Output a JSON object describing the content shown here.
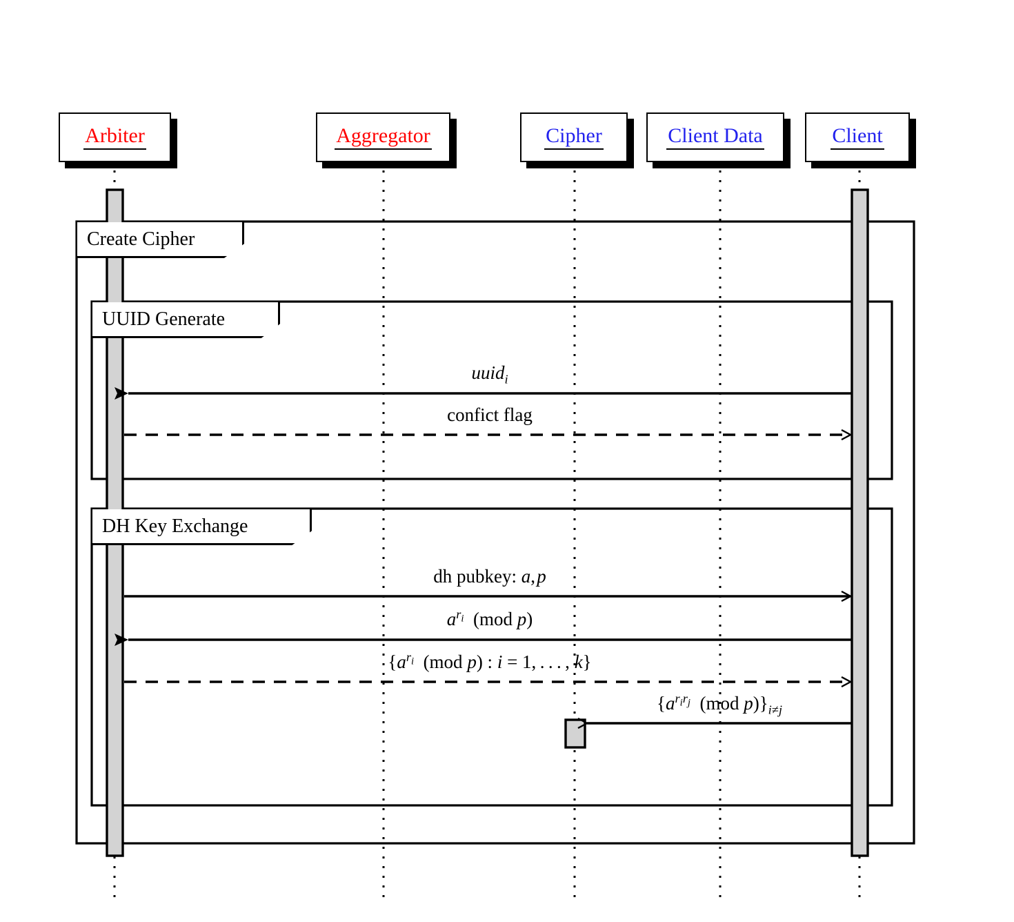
{
  "diagram": {
    "kind": "uml-sequence-diagram",
    "title": "Create Cipher sequence",
    "colors": {
      "actor_red": "#ff0000",
      "actor_blue": "#2222ee",
      "line": "#000000",
      "activation_fill": "#d3d3d3",
      "background": "#ffffff"
    }
  },
  "actors": [
    {
      "id": "arbiter",
      "label": "Arbiter",
      "color": "red"
    },
    {
      "id": "aggregator",
      "label": "Aggregator",
      "color": "red"
    },
    {
      "id": "cipher",
      "label": "Cipher",
      "color": "blue"
    },
    {
      "id": "client_data",
      "label": "Client Data",
      "color": "blue"
    },
    {
      "id": "client",
      "label": "Client",
      "color": "blue"
    }
  ],
  "fragments": [
    {
      "id": "create_cipher",
      "label": "Create Cipher"
    },
    {
      "id": "uuid_generate",
      "label": "UUID Generate"
    },
    {
      "id": "dh_key_exchange",
      "label": "DH Key Exchange"
    }
  ],
  "messages": [
    {
      "id": "m1",
      "label_plain": "uuid_i",
      "from": "client",
      "to": "arbiter",
      "direction": "left",
      "style": "solid",
      "arrowhead": "filled",
      "fragment": "uuid_generate"
    },
    {
      "id": "m2",
      "label_plain": "confict flag",
      "from": "arbiter",
      "to": "client",
      "direction": "right",
      "style": "dashed",
      "arrowhead": "open",
      "fragment": "uuid_generate"
    },
    {
      "id": "m3",
      "label_plain": "dh pubkey: a, p",
      "from": "arbiter",
      "to": "client",
      "direction": "right",
      "style": "solid",
      "arrowhead": "open",
      "fragment": "dh_key_exchange"
    },
    {
      "id": "m4",
      "label_plain": "a^{r_i} (mod p)",
      "from": "client",
      "to": "arbiter",
      "direction": "left",
      "style": "solid",
      "arrowhead": "filled",
      "fragment": "dh_key_exchange"
    },
    {
      "id": "m5",
      "label_plain": "{a^{r_i} (mod p) : i = 1, ..., k}",
      "from": "arbiter",
      "to": "client",
      "direction": "right",
      "style": "dashed",
      "arrowhead": "open",
      "fragment": "dh_key_exchange"
    },
    {
      "id": "m6",
      "label_plain": "{a^{r_i r_j} (mod p)}_{i != j}",
      "from": "client",
      "to": "cipher",
      "direction": "left",
      "style": "solid",
      "arrowhead": "open",
      "fragment": "dh_key_exchange"
    }
  ]
}
